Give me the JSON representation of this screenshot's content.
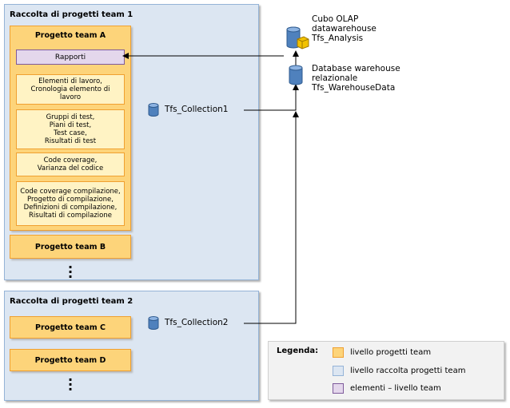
{
  "collections": [
    {
      "title": "Raccolta di progetti team 1",
      "database": "Tfs_Collection1",
      "projects": [
        {
          "title": "Progetto team A",
          "items": [
            "Rapporti",
            "Elementi di lavoro,\nCronologia elemento di\nlavoro",
            "Gruppi di test,\nPiani di test,\nTest case,\nRisultati di test",
            "Code coverage,\nVarianza del codice",
            "Code coverage compilazione,\nProgetto di compilazione,\nDefinizioni di compilazione,\nRisultati di compilazione"
          ]
        },
        {
          "title": "Progetto team B"
        }
      ]
    },
    {
      "title": "Raccolta di progetti team 2",
      "database": "Tfs_Collection2",
      "projects": [
        {
          "title": "Progetto team C"
        },
        {
          "title": "Progetto team D"
        }
      ]
    }
  ],
  "warehouse": {
    "olap_cube": "Cubo OLAP\ndatawarehouse\nTfs_Analysis",
    "relational_db": "Database warehouse\nrelazionale\nTfs_WarehouseData"
  },
  "legend": {
    "title": "Legenda:",
    "entries": [
      {
        "label": "livello progetti team",
        "color": "#fdd47a",
        "border": "#f0a030"
      },
      {
        "label": "livello raccolta progetti team",
        "color": "#dce6f2",
        "border": "#95b3d7"
      },
      {
        "label": "elementi – livello team",
        "color": "#e4d7ec",
        "border": "#7e5a9b"
      }
    ]
  },
  "colors": {
    "collection_fill": "#dce6f2",
    "project_fill": "#fdd47a",
    "item_fill": "#fff3c4",
    "reports_fill": "#e4d7ec",
    "db_blue": "#4f81bd",
    "cube_gold": "#f2c200"
  },
  "icons": [
    "database-icon",
    "olap-cube-icon"
  ]
}
